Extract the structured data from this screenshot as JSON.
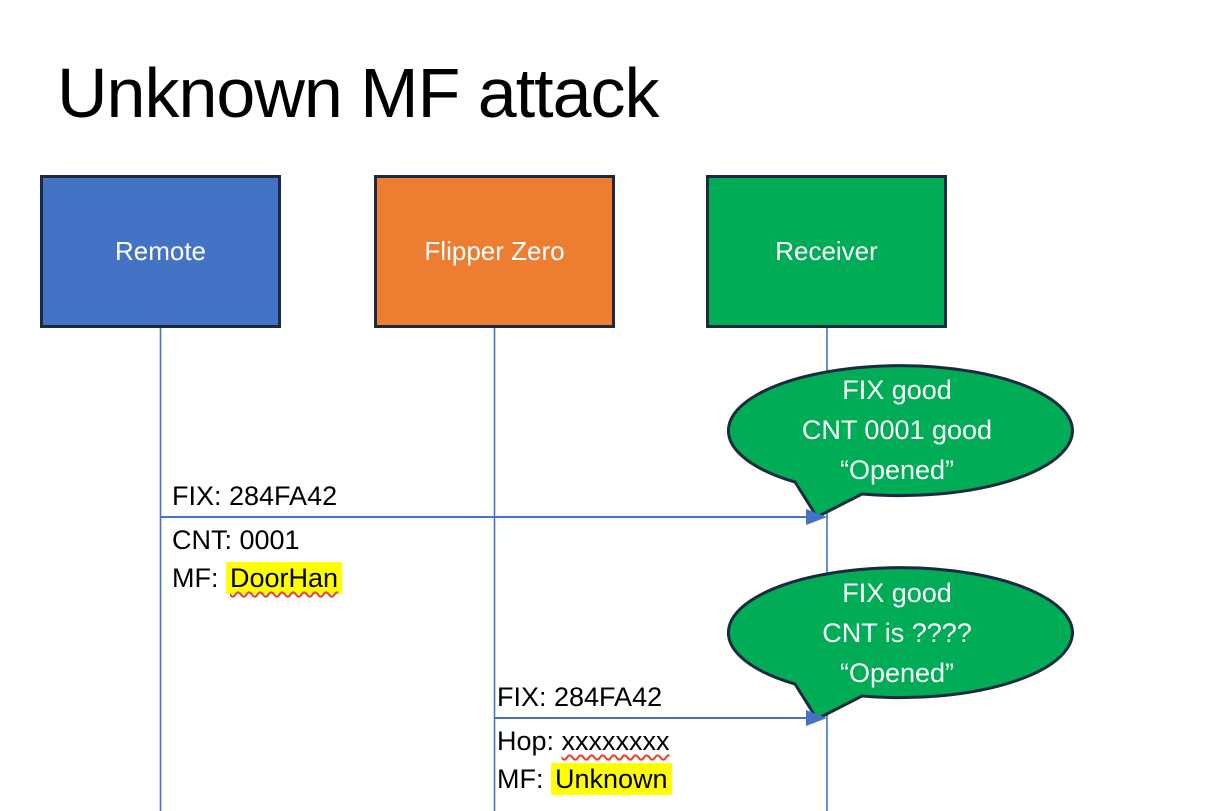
{
  "slide": {
    "title": "Unknown MF attack"
  },
  "actors": [
    {
      "label": "Remote",
      "fill": "#4472C4"
    },
    {
      "label": "Flipper Zero",
      "fill": "#ED7D31"
    },
    {
      "label": "Receiver",
      "fill": "#00AC55"
    }
  ],
  "messages": [
    {
      "from": "Remote",
      "to": "Receiver",
      "above": "FIX: 284FA42",
      "below": [
        {
          "prefix": "CNT: ",
          "value": "0001",
          "highlight": false,
          "squiggle": false
        },
        {
          "prefix": "MF: ",
          "value": "DoorHan",
          "highlight": true,
          "squiggle": true
        }
      ]
    },
    {
      "from": "Flipper Zero",
      "to": "Receiver",
      "above": "FIX: 284FA42",
      "below": [
        {
          "prefix": "Hop: ",
          "value": "xxxxxxxx",
          "highlight": false,
          "squiggle": true
        },
        {
          "prefix": "MF: ",
          "value": "Unknown",
          "highlight": true,
          "squiggle": false
        }
      ]
    }
  ],
  "callouts": [
    {
      "lines": [
        "FIX good",
        "CNT 0001 good",
        "“Opened”"
      ]
    },
    {
      "lines": [
        "FIX good",
        "CNT is ????",
        "“Opened”"
      ]
    }
  ],
  "colors": {
    "actor_blue": "#4472C4",
    "actor_orange": "#ED7D31",
    "actor_green": "#00AC55",
    "shape_border": "#1b2a41",
    "connector_blue": "#4472C4",
    "highlight_yellow": "#FFFF00",
    "squiggle_red": "#e8402a",
    "callout_fill": "#00AC55",
    "text_black": "#000000",
    "text_white": "#ffffff"
  }
}
